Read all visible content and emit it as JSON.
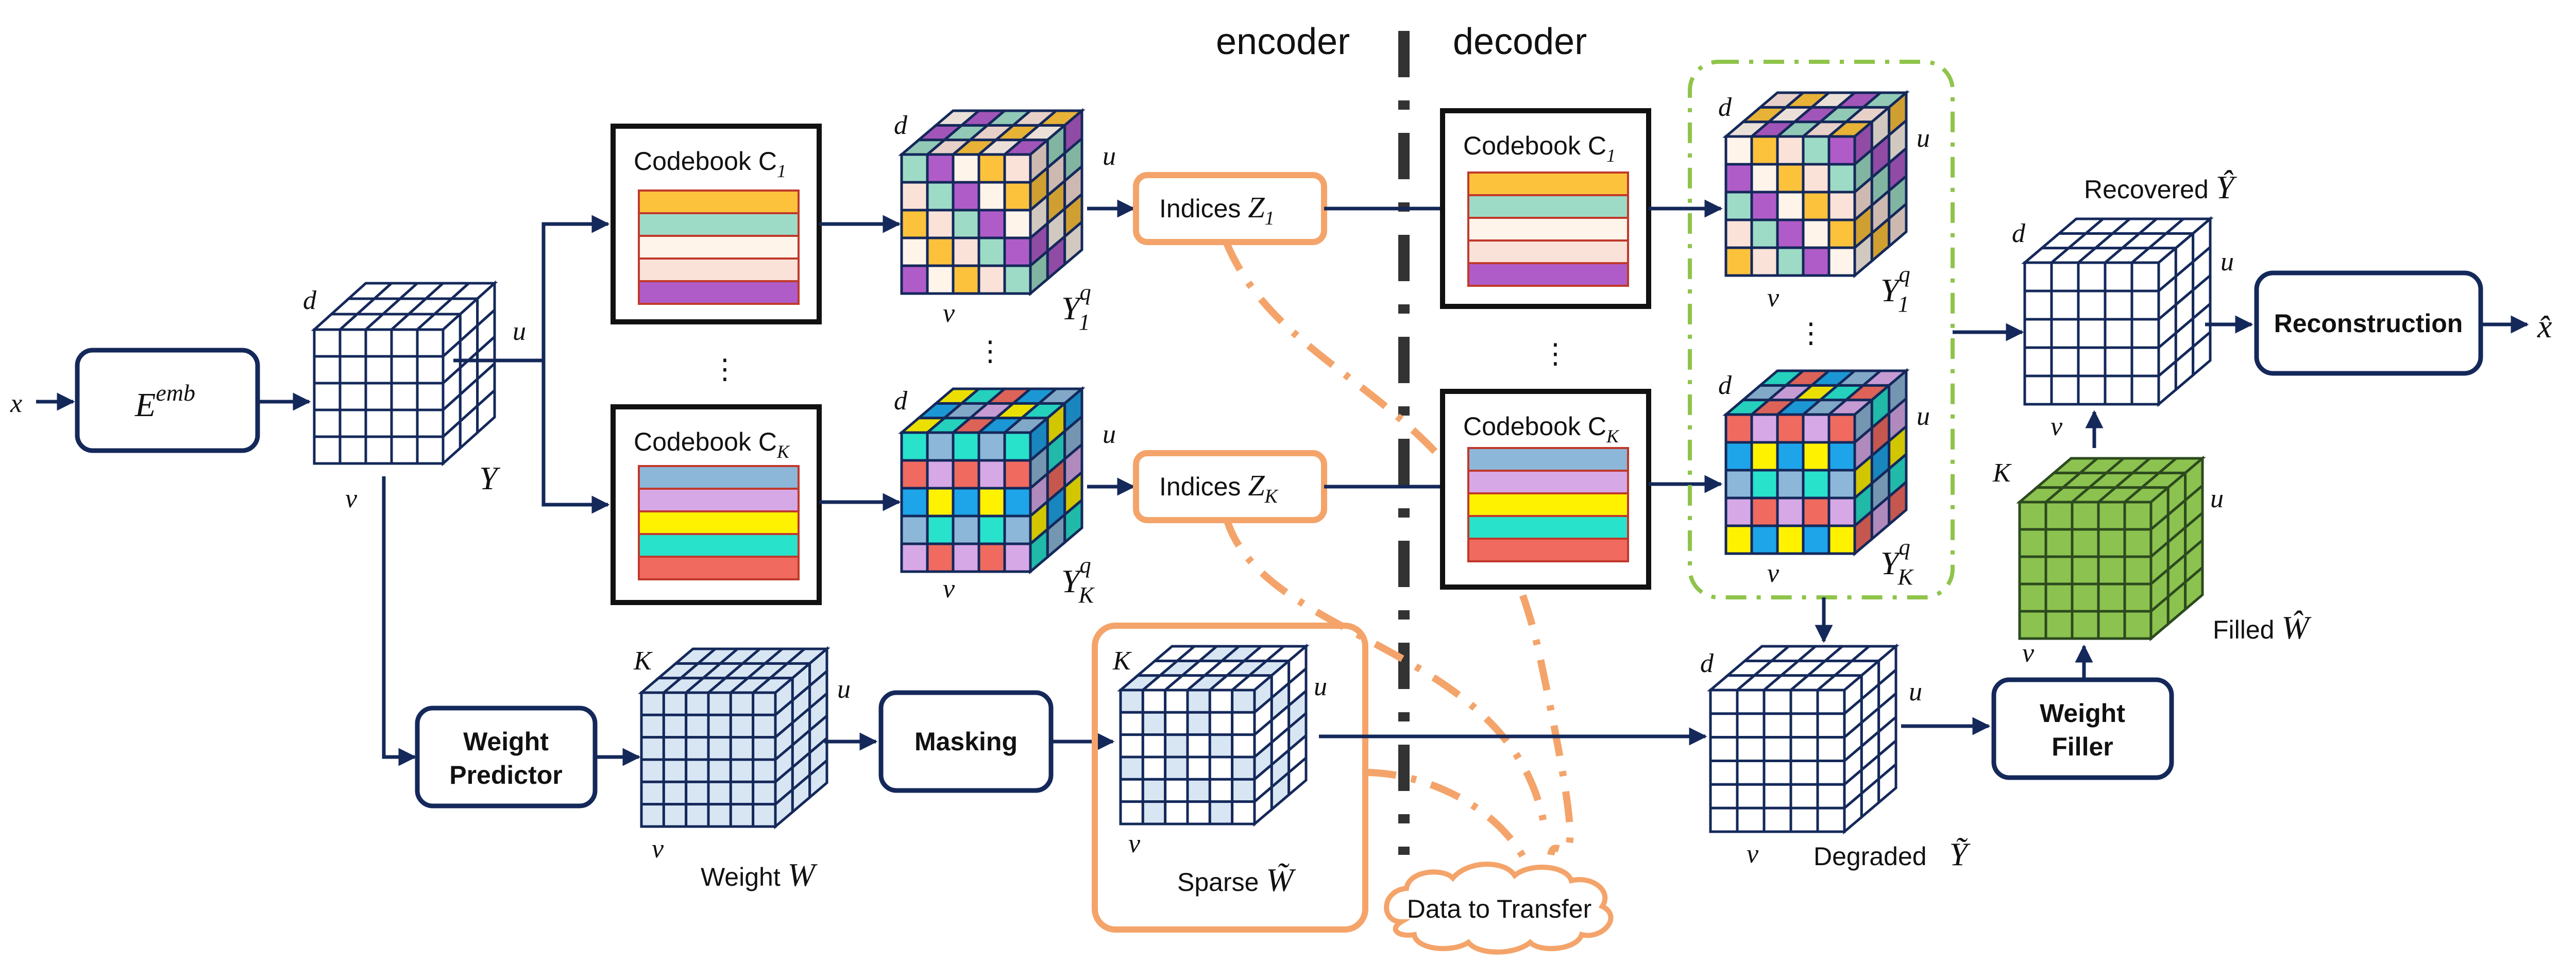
{
  "colors": {
    "navy": "#14285a",
    "orange": "#f4a46a",
    "green_dash": "#8fc44a",
    "white_cell": "#ffffff",
    "blue_cell": "#d8e6f4",
    "green_cell": "#8cc24f",
    "dark_line": "#333333"
  },
  "header": {
    "encoder": "encoder",
    "decoder": "decoder"
  },
  "input": {
    "x": "x",
    "embed_box": "E",
    "embed_sup": "emb"
  },
  "tensor_Y": {
    "name": "Y",
    "d": "d",
    "u": "u",
    "v": "v"
  },
  "codebooks": [
    {
      "label": "Codebook C",
      "sub": "1",
      "rows": [
        "#fcc23c",
        "#9edbc6",
        "#fff4ea",
        "#fbe2d8",
        "#b05cc8"
      ]
    },
    {
      "label": "Codebook C",
      "sub": "K",
      "rows": [
        "#8db7d8",
        "#d7a8e6",
        "#fff200",
        "#28e2cc",
        "#f06a60"
      ]
    }
  ],
  "quantized": [
    {
      "name": "Y",
      "sup": "q",
      "sub": "1",
      "palette": [
        "#fcc23c",
        "#9edbc6",
        "#fff4ea",
        "#fbe2d8",
        "#b05cc8"
      ]
    },
    {
      "name": "Y",
      "sup": "q",
      "sub": "K",
      "palette": [
        "#8db7d8",
        "#d7a8e6",
        "#fff200",
        "#28e2cc",
        "#f06a60",
        "#1ea4e8"
      ]
    }
  ],
  "indices": [
    {
      "label": "Indices ",
      "var": "Z",
      "sub": "1"
    },
    {
      "label": "Indices ",
      "var": "Z",
      "sub": "K"
    }
  ],
  "ellipsis": "⋮",
  "weight_predictor": {
    "line1": "Weight",
    "line2": "Predictor"
  },
  "weight_tensor": {
    "label": "Weight ",
    "var": "W",
    "K": "K",
    "u": "u",
    "v": "v"
  },
  "masking": "Masking",
  "sparse": {
    "label": "Sparse ",
    "var": "W̃",
    "K": "K",
    "u": "u",
    "v": "v"
  },
  "data_transfer": "Data to Transfer",
  "degraded": {
    "label": "Degraded ",
    "var": "Ỹ",
    "d": "d",
    "u": "u",
    "v": "v"
  },
  "weight_filler": {
    "line1": "Weight",
    "line2": "Filler"
  },
  "filled": {
    "label": "Filled ",
    "var": "Ŵ",
    "K": "K",
    "u": "u",
    "v": "v"
  },
  "recovered": {
    "label": "Recovered ",
    "var": "Ŷ",
    "d": "d",
    "u": "u",
    "v": "v"
  },
  "reconstruction": "Reconstruction",
  "output": {
    "x_hat": "x̂"
  }
}
